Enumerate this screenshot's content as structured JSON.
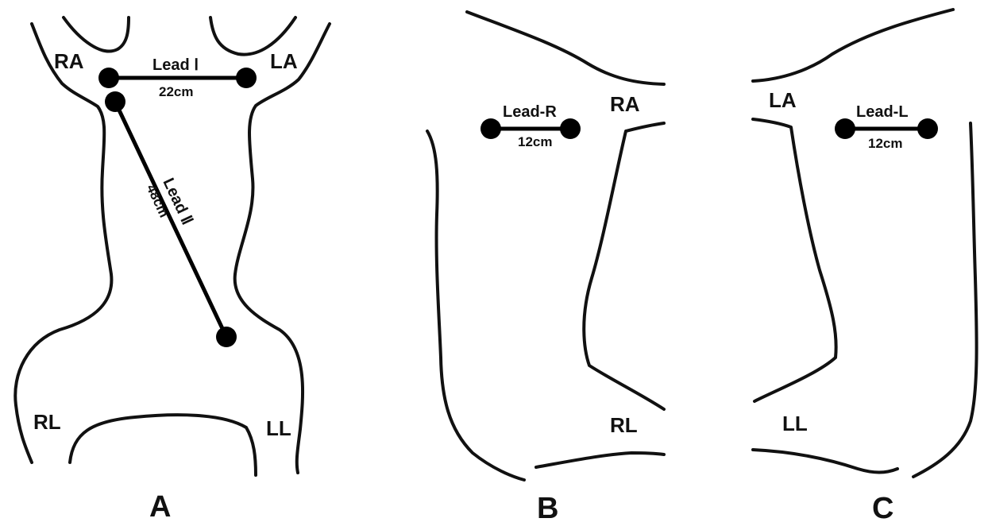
{
  "panels": {
    "a": {
      "label": "A",
      "electrodes": {
        "ra": "RA",
        "la": "LA",
        "rl": "RL",
        "ll": "LL"
      },
      "lead1": {
        "name": "Lead Ⅰ",
        "distance": "22cm"
      },
      "lead2": {
        "name": "Lead Ⅱ",
        "distance": "48cm"
      }
    },
    "b": {
      "label": "B",
      "electrodes": {
        "ra": "RA",
        "rl": "RL"
      },
      "lead": {
        "name": "Lead-R",
        "distance": "12cm"
      }
    },
    "c": {
      "label": "C",
      "electrodes": {
        "la": "LA",
        "ll": "LL"
      },
      "lead": {
        "name": "Lead-L",
        "distance": "12cm"
      }
    }
  }
}
